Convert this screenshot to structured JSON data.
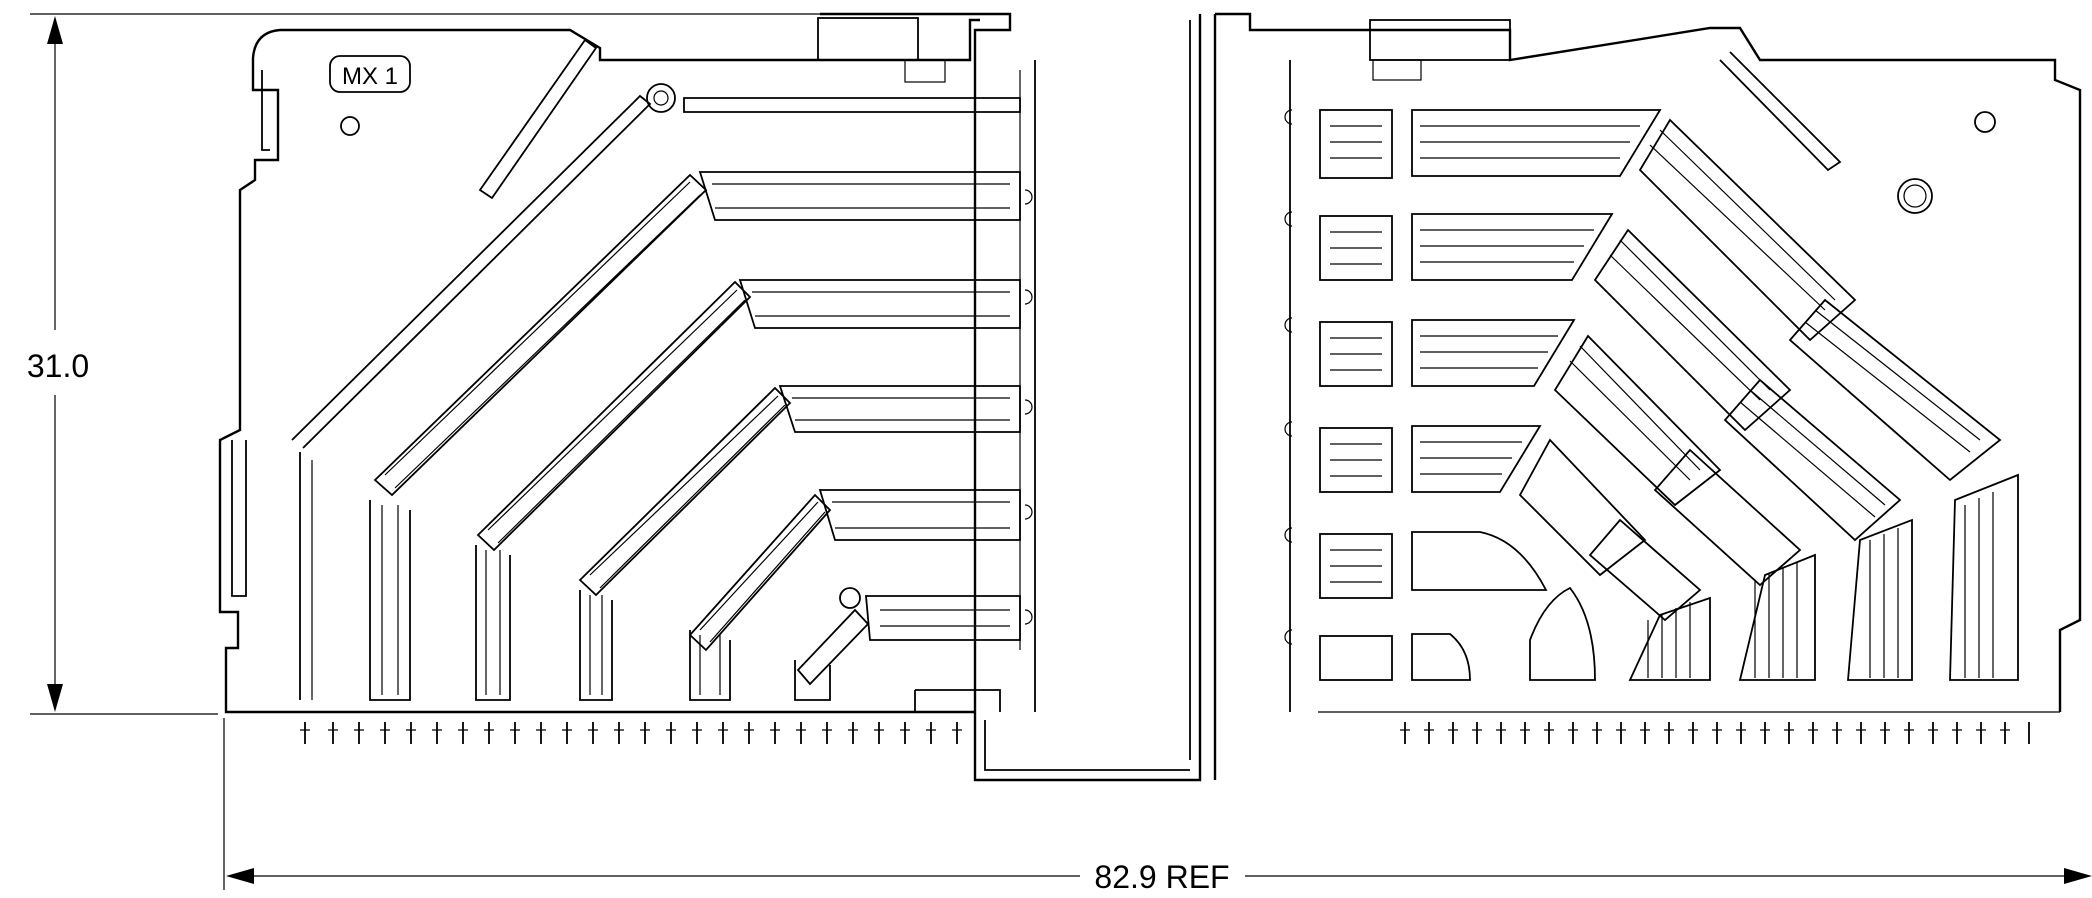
{
  "drawing": {
    "part_marking": "MX 1",
    "dimension_height": "31.0",
    "dimension_width": "82.9 REF",
    "line_color": "#000000",
    "background_color": "#ffffff"
  }
}
